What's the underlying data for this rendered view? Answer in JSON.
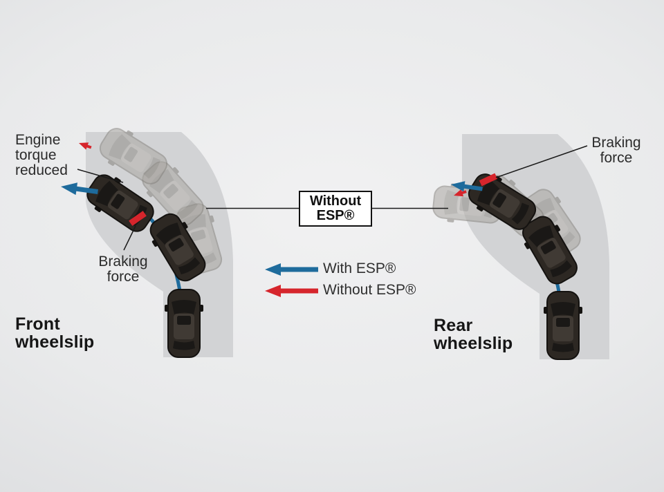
{
  "colors": {
    "background_center": "#f1f1f2",
    "background_edge": "#cfd0d3",
    "road": "#d2d3d5",
    "car_body": "#2d2823",
    "car_ghost": "#a9a6a1",
    "esp_blue": "#1e6b9c",
    "esp_red": "#d6252c",
    "text": "#2b2b2b",
    "pointer_line": "#1a1a1a",
    "box_background": "#ffffff",
    "box_border": "#111111"
  },
  "center_box": {
    "lines": [
      "Without",
      "ESP®"
    ]
  },
  "legend": {
    "items": [
      {
        "label": "With ESP®",
        "color": "#1e6b9c"
      },
      {
        "label": "Without ESP®",
        "color": "#d6252c"
      }
    ]
  },
  "left_scene": {
    "title_lines": [
      "Front",
      "wheelslip"
    ],
    "engine_torque_label_lines": [
      "Engine",
      "torque",
      "reduced"
    ],
    "braking_force_label_lines": [
      "Braking",
      "force"
    ]
  },
  "right_scene": {
    "title_lines": [
      "Rear",
      "wheelslip"
    ],
    "braking_force_label_lines": [
      "Braking",
      "force"
    ]
  }
}
